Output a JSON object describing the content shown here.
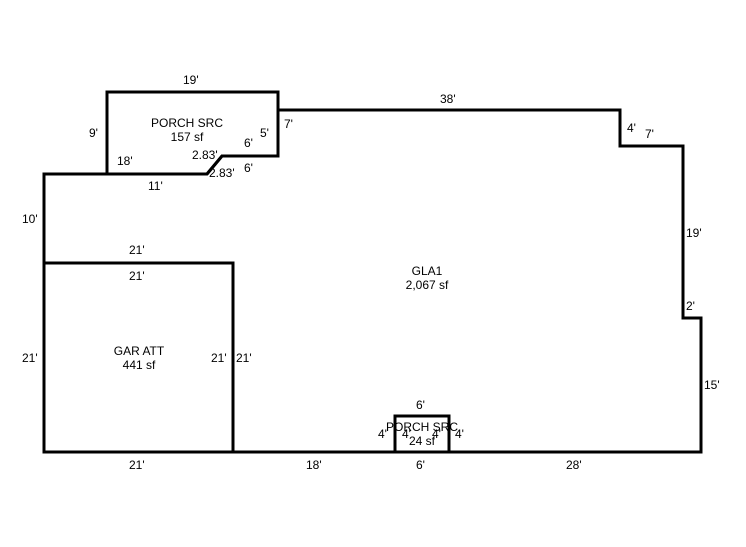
{
  "areas": {
    "porch_top": {
      "name": "PORCH SRC",
      "size": "157 sf"
    },
    "gla": {
      "name": "GLA1",
      "size": "2,067 sf"
    },
    "garage": {
      "name": "GAR ATT",
      "size": "441 sf"
    },
    "porch_bottom": {
      "name": "PORCH SRC",
      "size": "24 sf"
    }
  },
  "dims": {
    "porch_top": "19'",
    "porch_left": "9'",
    "porch_right": "5'",
    "porch_bottom": "18'",
    "porch_step_v": "6'",
    "porch_diag": "2.83'",
    "gla_top": "38'",
    "gla_step_top": "7'",
    "gla_diag": "2.83'",
    "gla_step_v": "6'",
    "gla_upper_left": "11'",
    "gla_left": "10'",
    "notch_v": "4'",
    "notch_h": "7'",
    "right_upper": "19'",
    "right_step": "2'",
    "right_lower": "15'",
    "gar_top_out": "21'",
    "gar_top_in": "21'",
    "gar_left": "21'",
    "gar_right_in": "21'",
    "gar_right_out": "21'",
    "gar_bottom": "21'",
    "bottom_mid": "18'",
    "bottom_right": "28'",
    "porch2_top": "6'",
    "porch2_bottom": "6'",
    "porch2_left_out": "4'",
    "porch2_left_in": "4'",
    "porch2_right_in": "4'",
    "porch2_right_out": "4'"
  }
}
